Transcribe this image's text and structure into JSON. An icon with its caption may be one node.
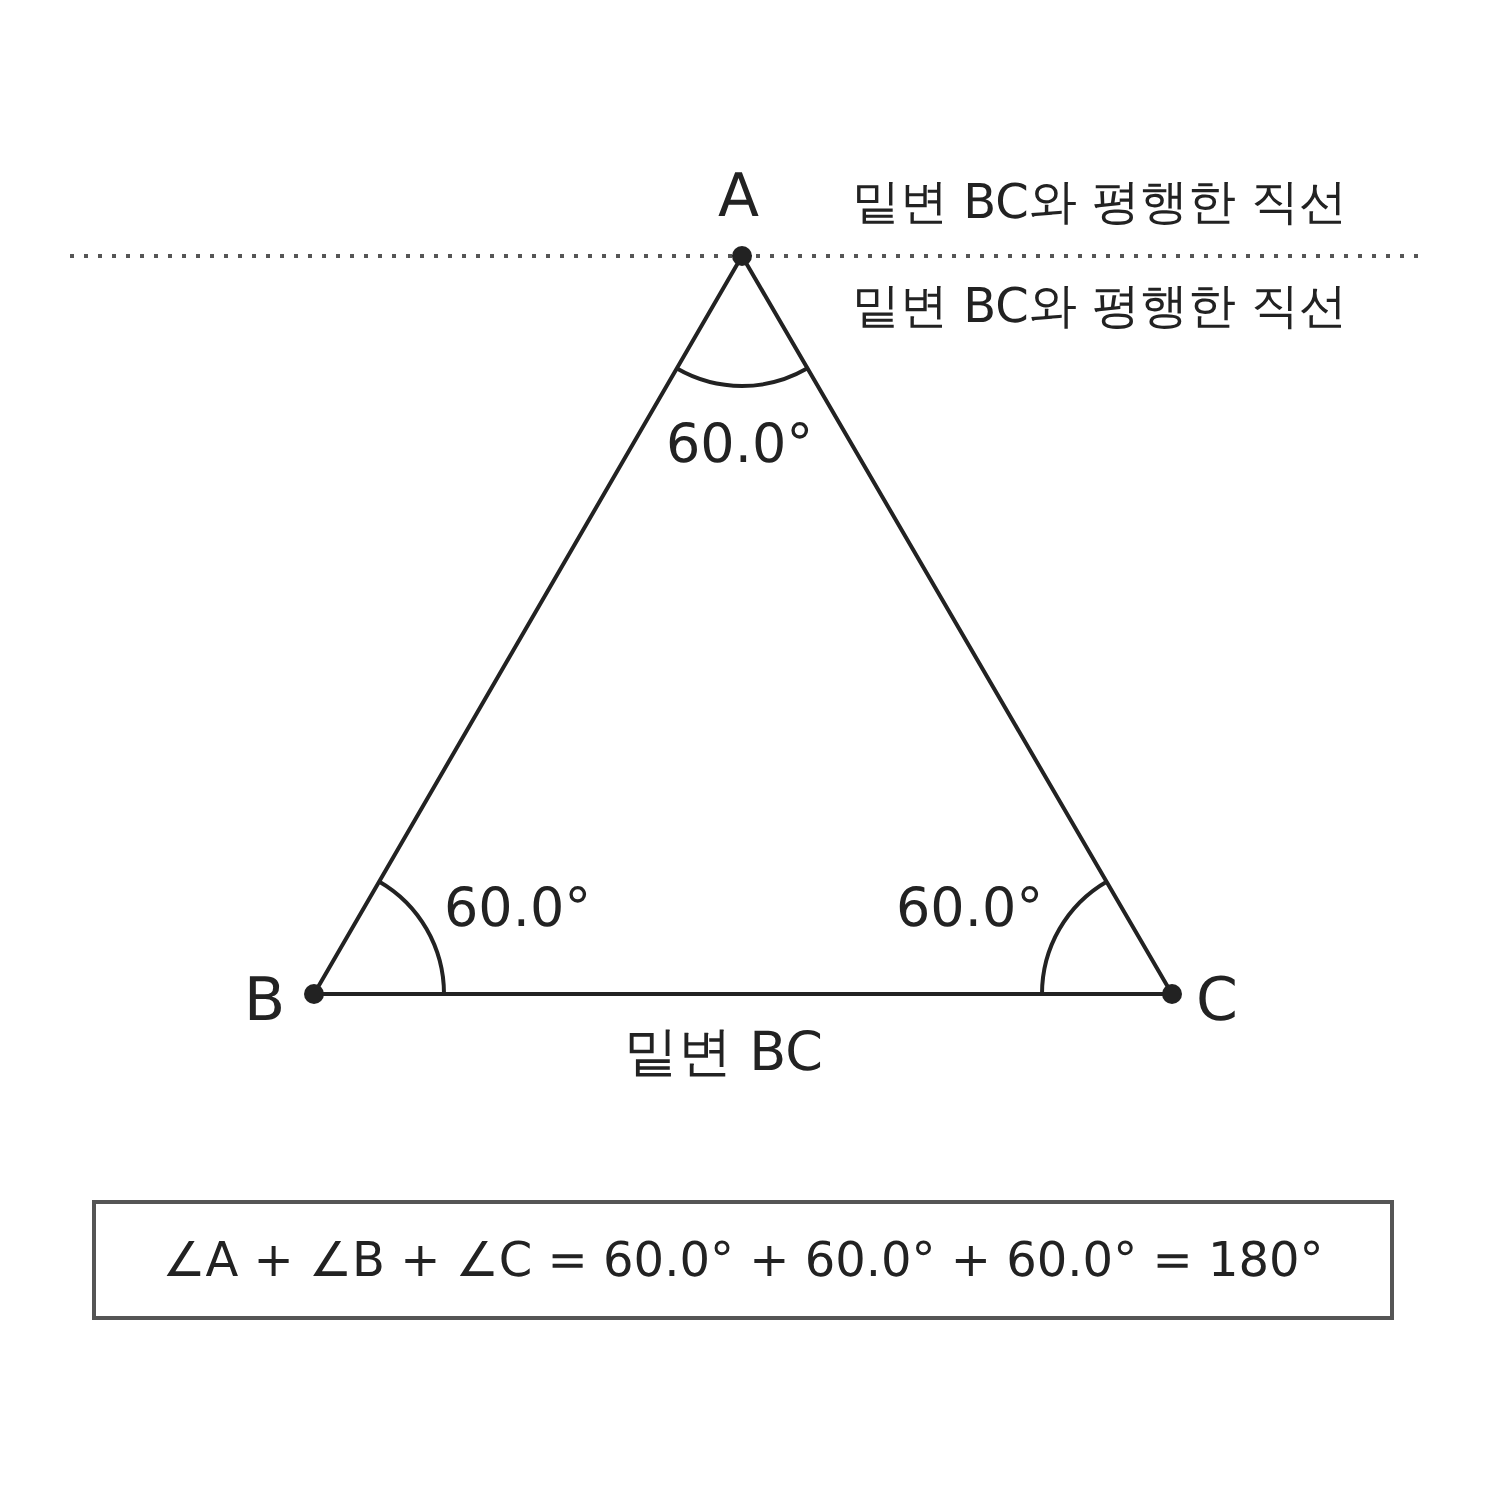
{
  "diagram": {
    "nodes": [
      {
        "text": [
          "∠A + ∠B + ∠C = 60.0° + 60.0° + 60.0° = 180°"
        ]
      }
    ],
    "labels": [
      "A",
      "밑변 BC와 평행한 직선",
      "밑변 BC와 평행한 직선",
      "60.0°",
      "60.0°",
      "60.0°",
      "B",
      "C",
      "밑변 BC"
    ]
  }
}
